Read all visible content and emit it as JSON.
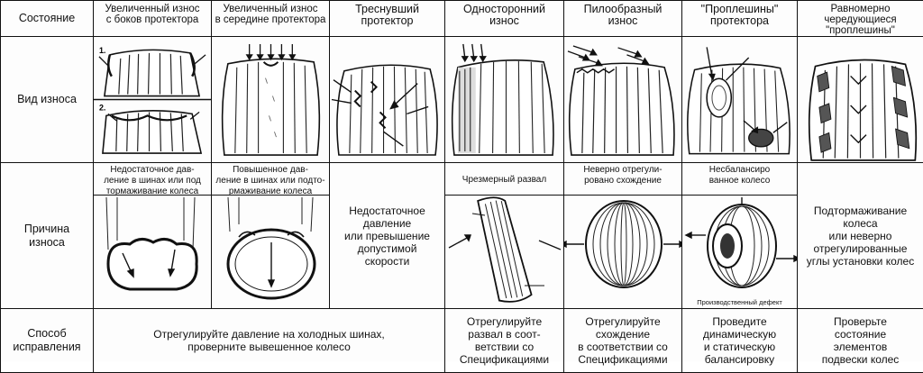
{
  "rows": {
    "state": "Состояние",
    "wear_view": "Вид износа",
    "cause": "Причина\nизноса",
    "fix": "Способ\nисправления"
  },
  "columns": [
    {
      "header": "Увеличенный износ\nс боков протектора"
    },
    {
      "header": "Увеличенный износ\nв середине протектора"
    },
    {
      "header": "Треснувший\nпротектор"
    },
    {
      "header": "Односторонний\nизнос"
    },
    {
      "header": "Пилообразный\nизнос"
    },
    {
      "header": "\"Проплешины\"\nпротектора"
    },
    {
      "header": "Равномерно\nчередующиеся\n\"проплешины\""
    }
  ],
  "markers": {
    "one": "1.",
    "two": "2."
  },
  "causes": {
    "c1": "Недостаточное дав-\nление в шинах или под\nтормаживание колеса",
    "c2": "Повышенное дав-\nление в шинах или подто-\nрмаживание колеса",
    "c3": "Недостаточное\nдавление\nили превышение\nдопустимой\nскорости",
    "c4": "Чрезмерный развал",
    "c5": "Неверно отрегули-\nровано схождение",
    "c6": "Несбалансиро\nванное колесо",
    "c6_note": "Производственный дефект",
    "c7": "Подтормаживание\nколеса\nили неверно\nотрегулированные\nуглы установки колес"
  },
  "fixes": {
    "f12": "Отрегулируйте давление на холодных шинах,\nпроверните вывешенное колесо",
    "f4": "Отрегулируйте\nразвал в соот-\nветствии со\nСпецификациями",
    "f5": "Отрегулируйте\nсхождение\nв соответствии со\nСпецификациями",
    "f6": "Проведите\nдинамическую\nи статическую\nбалансировку",
    "f7": "Проверьте\nсостояние\nэлементов\nподвески колес"
  }
}
